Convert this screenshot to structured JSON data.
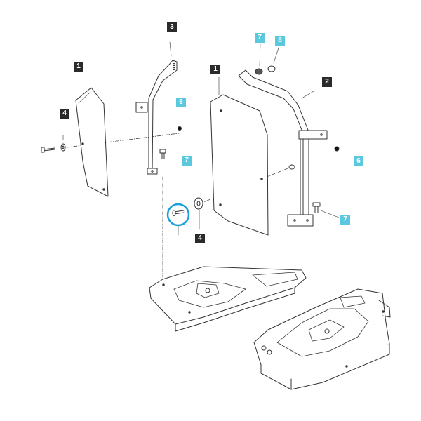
{
  "diagram": {
    "colors": {
      "dark_label": "#2b2b2b",
      "cyan_label": "#5bc8dd",
      "highlight_ring": "#1e9fd6",
      "line": "#333333"
    },
    "labels": {
      "l1_left": "1",
      "l1_right": "1",
      "l2": "2",
      "l3": "3",
      "l4_left": "4",
      "l4_bottom": "4",
      "l6_top": "6",
      "l6_right": "6",
      "l7_top": "7",
      "l7_left": "7",
      "l7_right": "7",
      "l8": "8"
    }
  }
}
